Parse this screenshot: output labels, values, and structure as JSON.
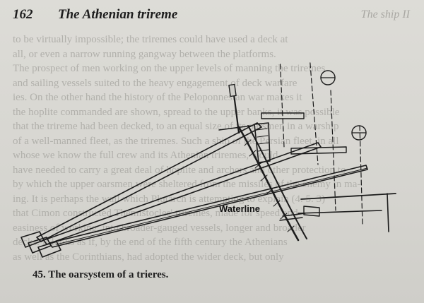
{
  "header": {
    "page_number": "162",
    "running_title": "The Athenian trireme",
    "ghost_header": "The ship II"
  },
  "bleed_through_text": [
    "to be virtually impossible; the triremes could have used a deck at",
    "all, or even a narrow running gangway between the platforms.",
    "The prospect of men working on the upper levels of manning the triremes",
    "and sailing vessels suited to the heavy engagement of deck warfare",
    "ies. On the other hand the history of the Peloponnesian war makes it",
    "the hoplite commanded are shown, spread to the upper banks, it was possible",
    "that the trireme had been decked, to an equal size of its oarsmen in a warship",
    "of a well-manned fleet, as the triremes. Such a ship of the Persian fleet, in all",
    "whose we know the full crew and its Athenian triremes, would",
    "have needed to carry a great deal of hoplite and archers and other protection to",
    "by which the upper oarsmen were sheltered from the missiles of the enemy in ma-",
    "ing. It is perhaps the wall which Plutarch is attempting to explain (4. 5. 3)",
    "that Cimon constructed Themistocles' triremes, made for speed and",
    "easiness of working, into broader-gauged vessels, longer and broader",
    "decks. It looks as if, by the end of the fifth century the Athenians",
    "as well as the Corinthians, had adopted the wider deck, but only"
  ],
  "figure": {
    "label": "Waterline",
    "illustration": "trireme oar system cross-section drawing"
  },
  "caption": {
    "number": "45.",
    "text": "The oarsystem of a trieres."
  },
  "colors": {
    "paper": "#d9d8d3",
    "ink": "#1d1d1d",
    "bleed_ink": "#b1b0ab"
  }
}
